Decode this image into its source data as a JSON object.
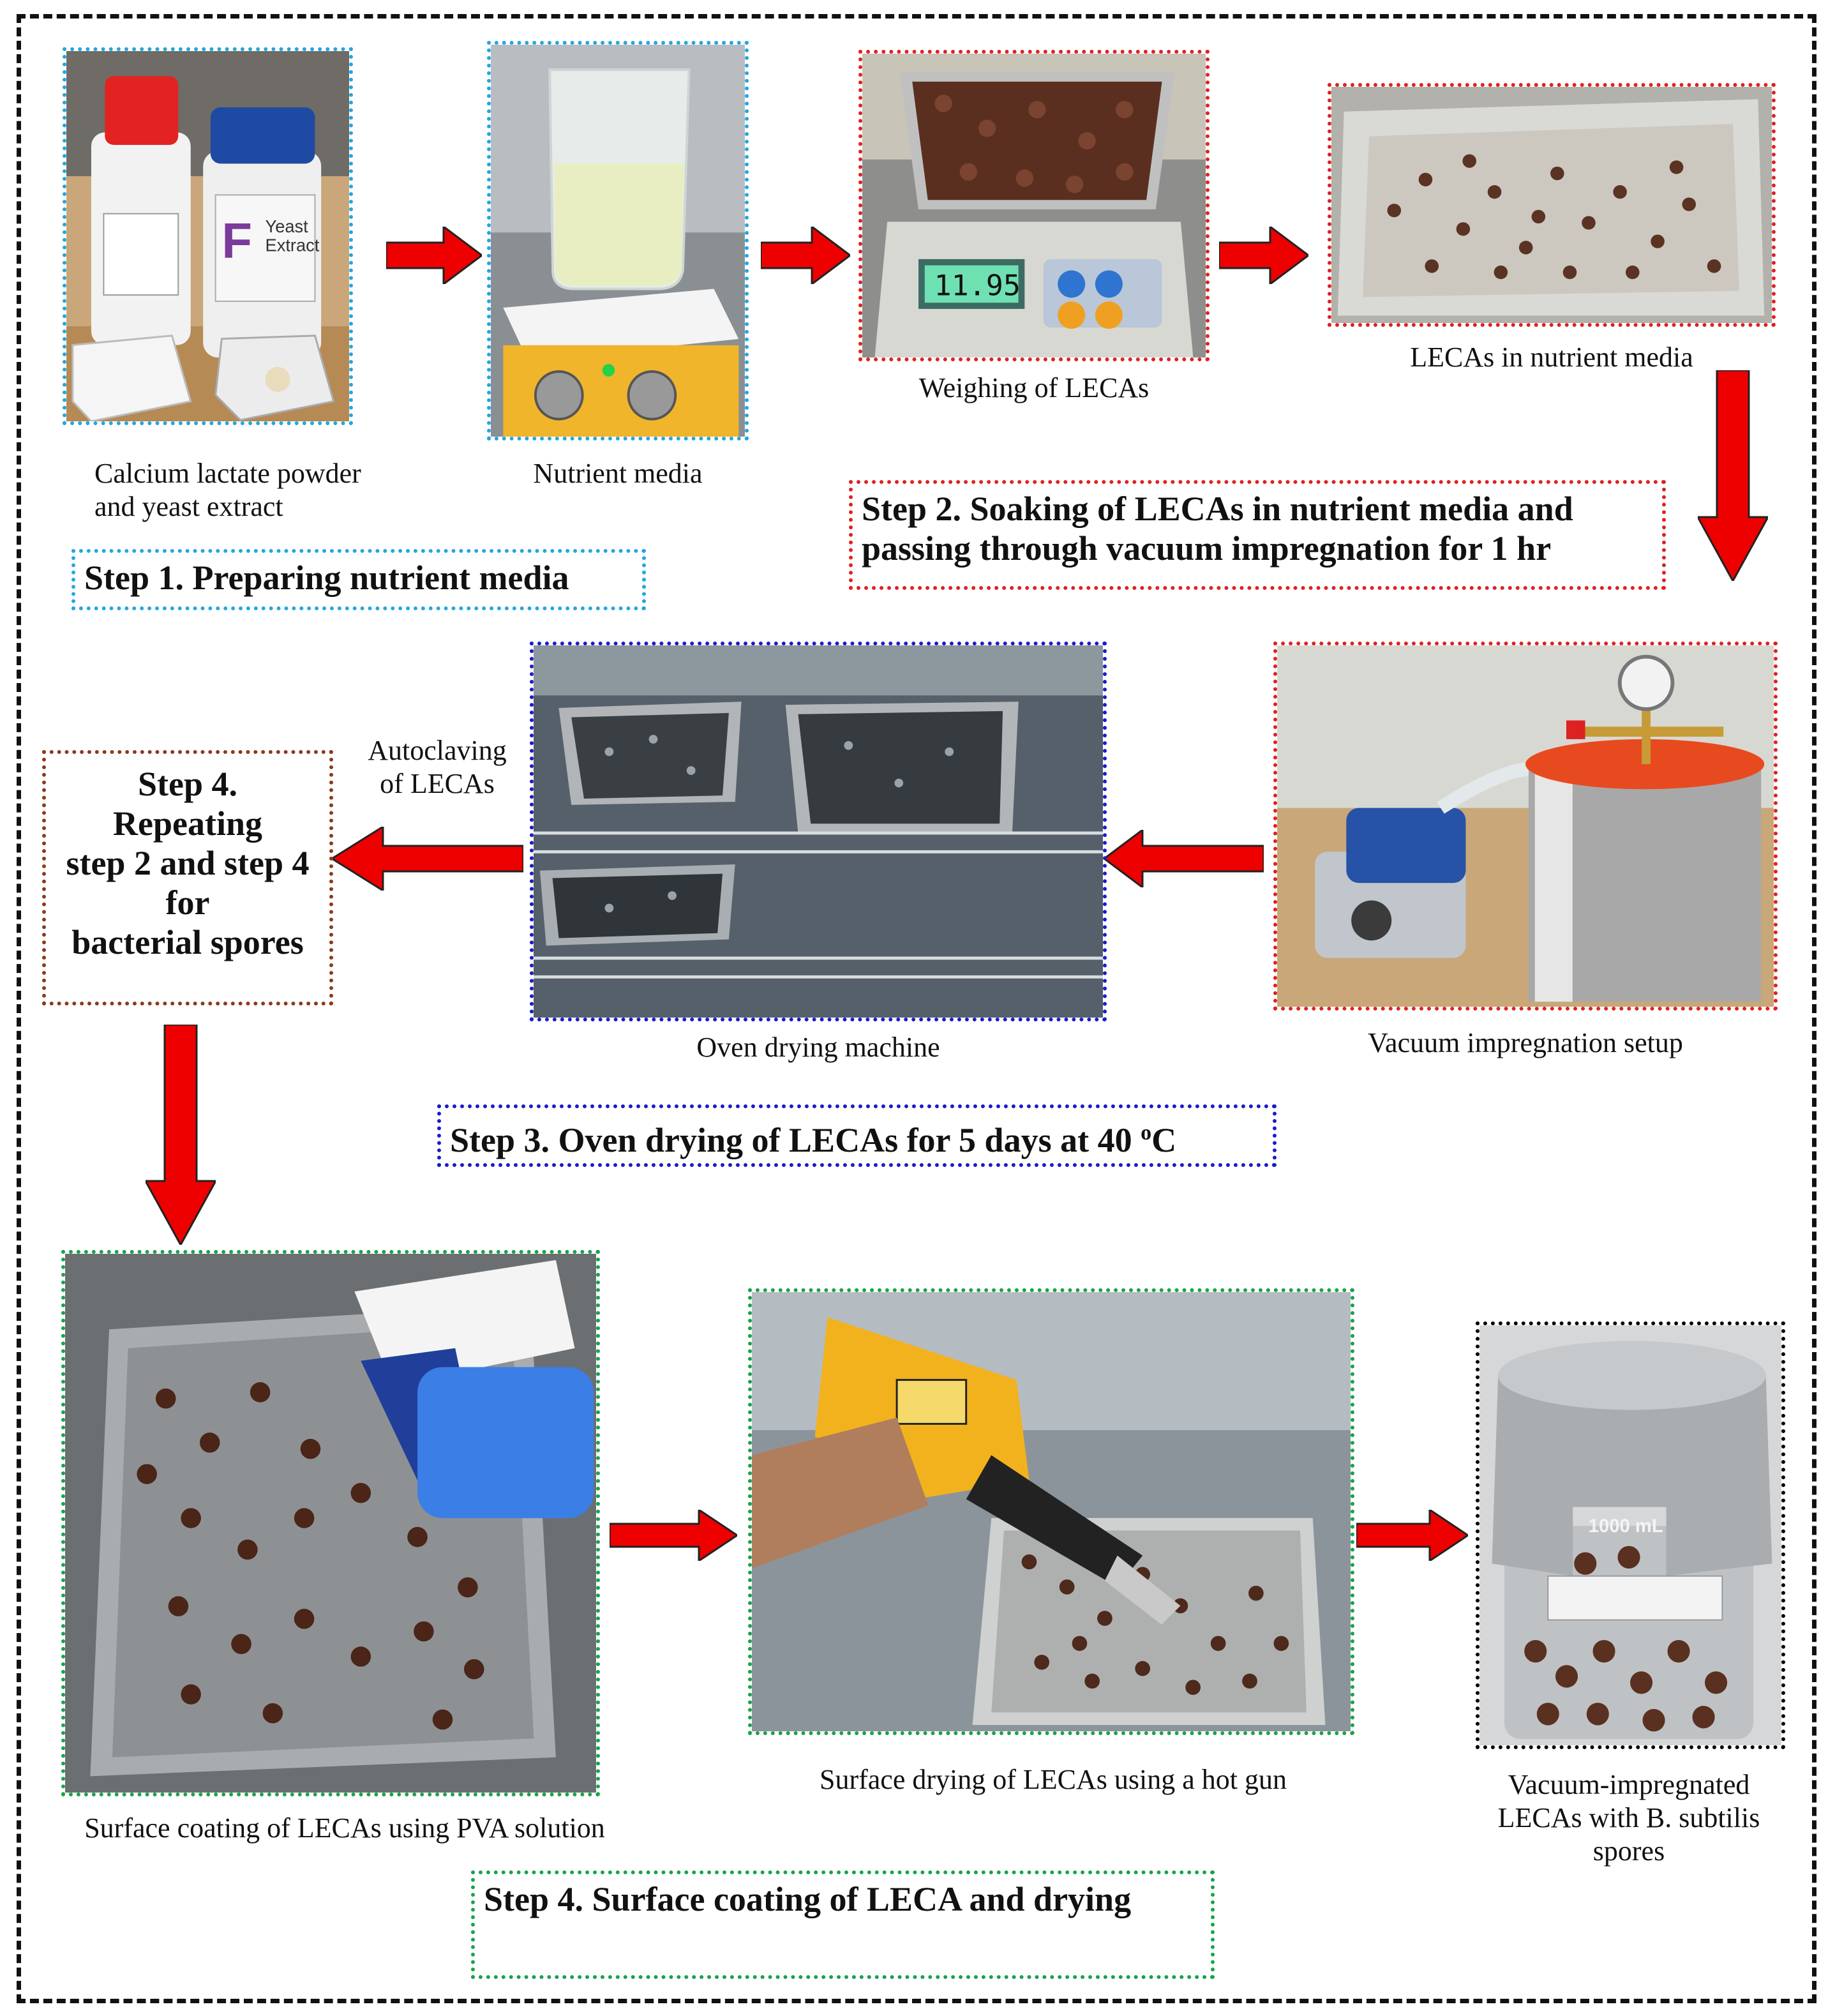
{
  "colors": {
    "step1": "#22a7e0",
    "step2": "#e02020",
    "step3": "#1a1acd",
    "step4_repeat": "#8b3a1a",
    "step4": "#17a34a",
    "final": "#000000",
    "arrow": "#ee0000"
  },
  "photos": [
    {
      "id": "calcium-lactate-yeast",
      "caption": "Calcium lactate powder\nand yeast extract"
    },
    {
      "id": "nutrient-media",
      "caption": "Nutrient media"
    },
    {
      "id": "weighing-lecas",
      "caption": "Weighing of LECAs"
    },
    {
      "id": "lecas-in-media",
      "caption": "LECAs in nutrient media"
    },
    {
      "id": "vacuum-setup",
      "caption": "Vacuum impregnation setup"
    },
    {
      "id": "oven-drying",
      "caption": "Oven drying machine"
    },
    {
      "id": "pva-coating",
      "caption": "Surface coating of LECAs using PVA solution"
    },
    {
      "id": "hot-gun-drying",
      "caption": "Surface drying of LECAs using a hot gun"
    },
    {
      "id": "final-jar",
      "caption": "Vacuum-impregnated\nLECAs with B. subtilis\nspores"
    }
  ],
  "steps": {
    "step1": "Step 1. Preparing nutrient media",
    "step2_line1": "Step 2. Soaking of LECAs in nutrient media and",
    "step2_line2": "passing through vacuum impregnation for 1 hr",
    "step3_prefix": "Step 3. Oven drying of LECAs for 5 days at 40 ",
    "step3_degree": "o",
    "step3_unit": "C",
    "step4_repeat": [
      "Step 4.",
      "Repeating",
      "step 2 and step 4",
      "for",
      "bacterial spores"
    ],
    "step4": "Step 4. Surface coating of LECA and drying"
  },
  "autoclave_label": [
    "Autoclaving",
    "of LECAs"
  ],
  "scale_display": "11.95",
  "jar_label": "1000 mL"
}
